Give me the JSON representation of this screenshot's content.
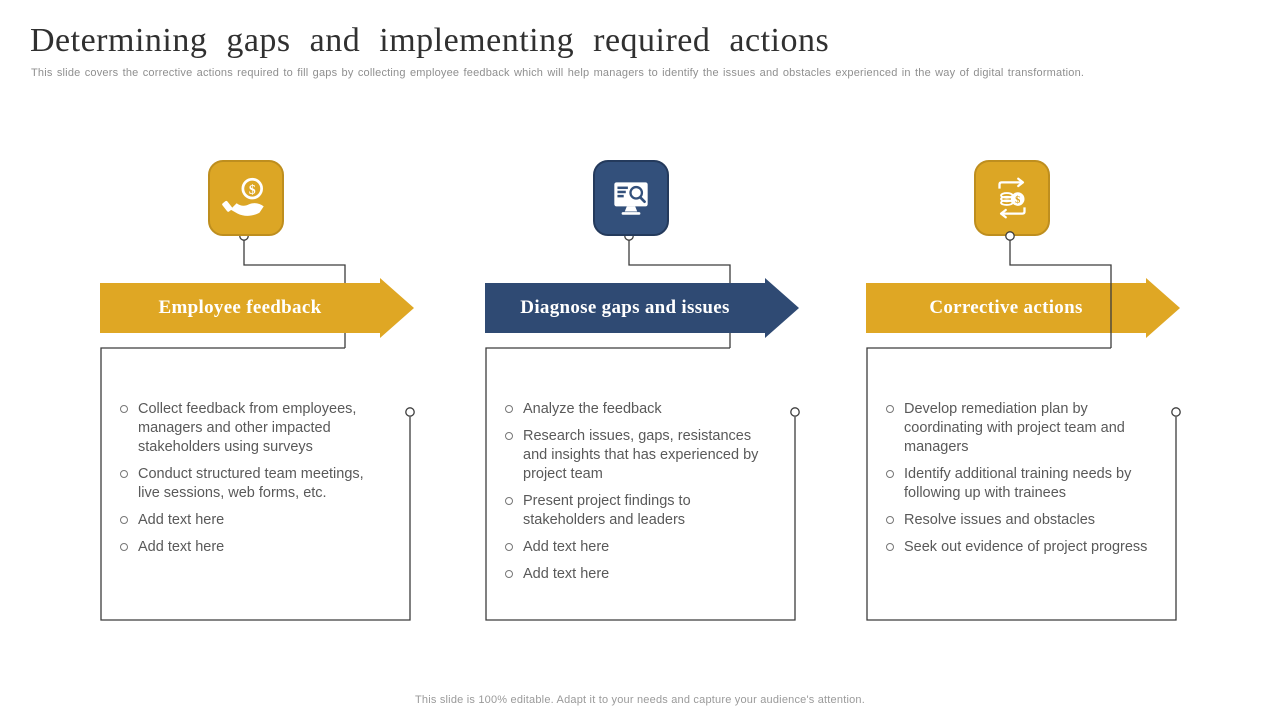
{
  "slide": {
    "title": "Determining gaps and implementing required actions",
    "subtitle": "This slide covers the corrective actions required to fill gaps by collecting employee feedback which will help managers to identify the issues and obstacles experienced in the way of digital transformation.",
    "footer": "This slide is 100% editable. Adapt it to your needs and capture your audience's attention."
  },
  "colors": {
    "gold": "#DFA724",
    "gold_border": "#BE8E1E",
    "navy": "#2F4A73",
    "navy_border": "#243A5C",
    "wire": "#3c3c3c",
    "body_text": "#595959",
    "muted_text": "#8f8f8f"
  },
  "columns": [
    {
      "id": "employee-feedback",
      "icon": "hand-coin-icon",
      "theme": "gold",
      "banner": "Employee feedback",
      "bullets": [
        "Collect feedback from employees, managers and other impacted stakeholders using surveys",
        "Conduct structured team meetings, live sessions, web forms, etc.",
        "Add text here",
        "Add text here"
      ]
    },
    {
      "id": "diagnose-gaps-and-issues",
      "icon": "monitor-search-icon",
      "theme": "navy",
      "banner": "Diagnose gaps and issues",
      "bullets": [
        "Analyze the feedback",
        "Research issues, gaps, resistances and insights that has experienced by project team",
        "Present project findings to stakeholders and leaders",
        "Add text here",
        "Add text here"
      ]
    },
    {
      "id": "corrective-actions",
      "icon": "coins-cycle-icon",
      "theme": "gold",
      "banner": "Corrective actions",
      "bullets": [
        "Develop remediation plan by coordinating with project team and managers",
        "Identify additional training needs by following up with trainees",
        "Resolve issues and obstacles",
        "Seek out evidence of project progress"
      ]
    }
  ]
}
